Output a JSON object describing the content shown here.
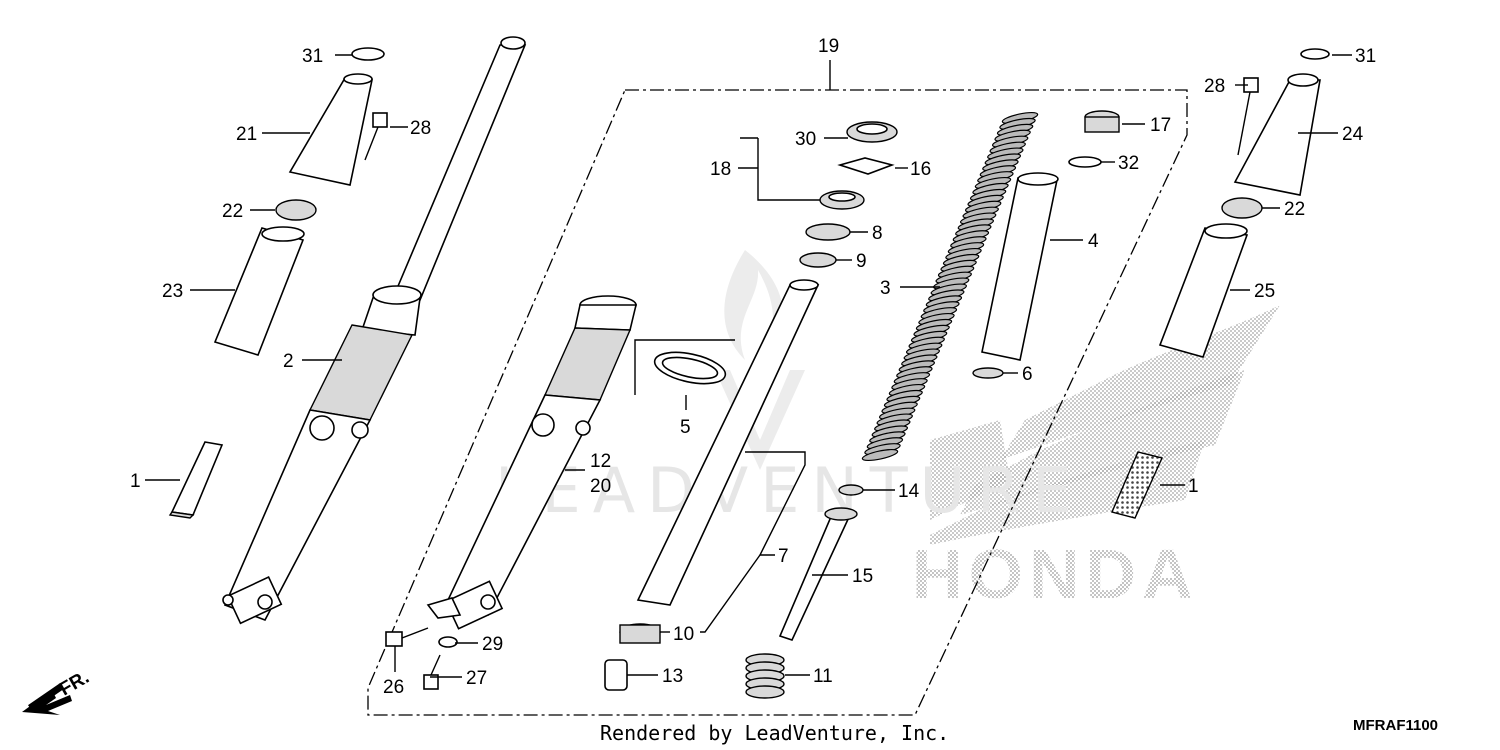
{
  "footer": {
    "rendered_by": "Rendered by LeadVenture, Inc.",
    "diagram_code": "MFRAF1100"
  },
  "watermarks": {
    "brand": "HONDA",
    "leadventure": "LEADVENTURE"
  },
  "direction_marker": {
    "label": "FR.",
    "icon": "arrow-down-left-icon"
  },
  "callouts": {
    "p1_left": "1",
    "p1_right": "1",
    "p2": "2",
    "p3": "3",
    "p4": "4",
    "p5": "5",
    "p6": "6",
    "p7": "7",
    "p8": "8",
    "p9": "9",
    "p10": "10",
    "p11": "11",
    "p12": "12",
    "p13": "13",
    "p14": "14",
    "p15": "15",
    "p16": "16",
    "p17": "17",
    "p18": "18",
    "p19": "19",
    "p20": "20",
    "p21": "21",
    "p22_left": "22",
    "p22_right": "22",
    "p23": "23",
    "p24": "24",
    "p25": "25",
    "p26": "26",
    "p27": "27",
    "p28_left": "28",
    "p28_right": "28",
    "p29": "29",
    "p30": "30",
    "p31_left": "31",
    "p31_right": "31",
    "p32": "32"
  }
}
